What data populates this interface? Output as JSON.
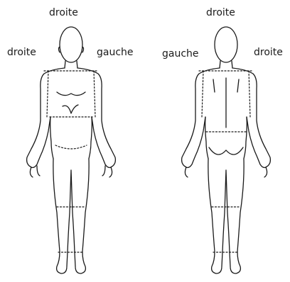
{
  "labels": {
    "front": {
      "top": "droite",
      "left": "droite",
      "right": "gauche"
    },
    "back": {
      "top": "droite",
      "left": "gauche",
      "right": "droite"
    }
  },
  "colors": {
    "line": "#1a1a1a",
    "background": "#ffffff"
  }
}
